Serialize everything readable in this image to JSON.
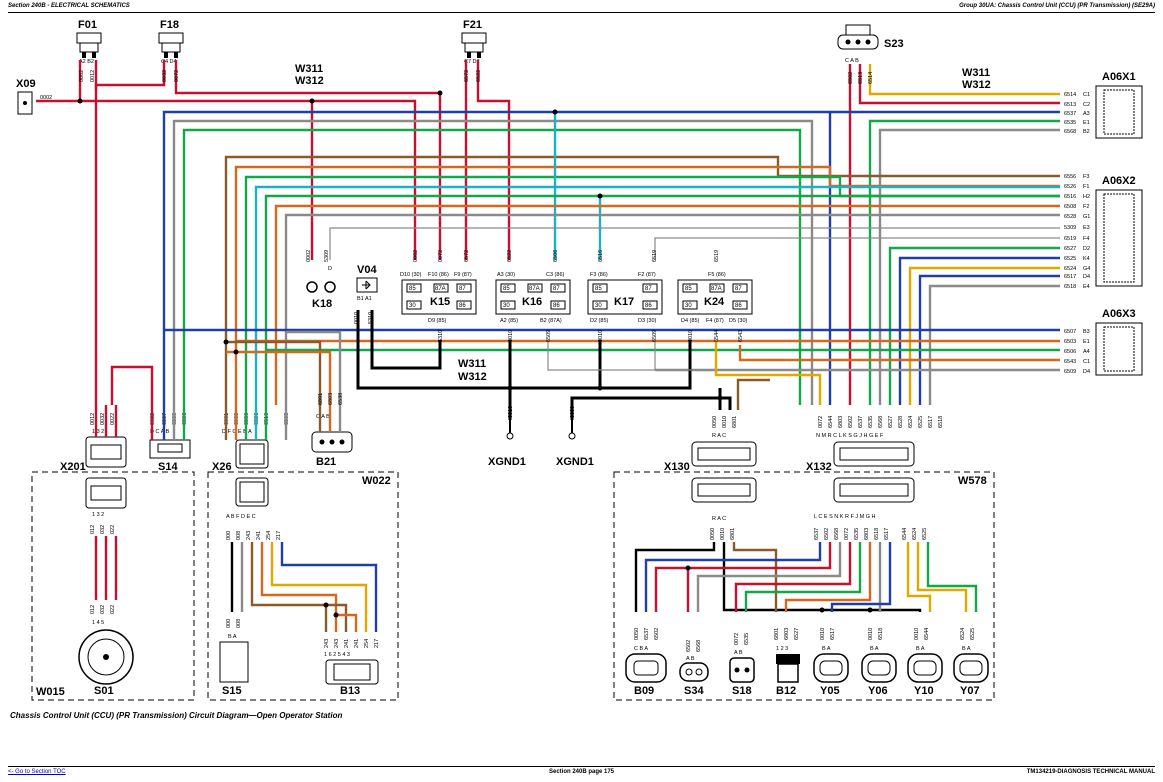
{
  "header": {
    "left": "Section 240B - ELECTRICAL SCHEMATICS",
    "right": "Group 30UA: Chassis Control Unit (CCU) (PR Transmission) (SE29A)"
  },
  "caption": "Chassis Control Unit (CCU) (PR Transmission) Circuit Diagram—Open Operator Station",
  "footer": {
    "left": "<- Go to Section TOC",
    "center": "Section 240B page 175",
    "right": "TM134219-DIAGNOSIS TECHNICAL MANUAL"
  },
  "components": {
    "F01": "F01",
    "F18": "F18",
    "F21": "F21",
    "S23": "S23",
    "X09": "X09",
    "A06X1": "A06X1",
    "A06X2": "A06X2",
    "A06X3": "A06X3",
    "K18": "K18",
    "V04": "V04",
    "K15": "K15",
    "K16": "K16",
    "K17": "K17",
    "K24": "K24",
    "X201": "X201",
    "S14": "S14",
    "X26": "X26",
    "B21": "B21",
    "XGND1a": "XGND1",
    "XGND1b": "XGND1",
    "X130": "X130",
    "X132": "X132",
    "W015": "W015",
    "S01": "S01",
    "W022": "W022",
    "S15": "S15",
    "B13": "B13",
    "W578": "W578",
    "B09": "B09",
    "S34": "S34",
    "S18": "S18",
    "B12": "B12",
    "Y05": "Y05",
    "Y06": "Y06",
    "Y10": "Y10",
    "Y07": "Y07"
  },
  "harness_labels": {
    "top_left": [
      "W311",
      "W312"
    ],
    "top_right": [
      "W311",
      "W312"
    ],
    "middle": [
      "W311",
      "W312"
    ]
  },
  "relay_pins": {
    "k15": {
      "d10": "D10 (30)",
      "f10": "F10 (86)",
      "f9": "F9 (87)",
      "d9": "D9 (85)",
      "p85": "85",
      "p87a": "87A",
      "p87": "87",
      "p30": "30",
      "p86": "86"
    },
    "k16": {
      "a3": "A3 (30)",
      "c3": "C3 (86)",
      "a2": "A2 (85)",
      "b2": "B2 (87A)",
      "p85": "85",
      "p87a": "87A",
      "p87": "87",
      "p30": "30",
      "p86": "86"
    },
    "k17": {
      "f3": "F3 (86)",
      "f2": "F2 (87)",
      "d2": "D2 (85)",
      "d3": "D3 (30)",
      "p85": "85",
      "p87": "87",
      "p30": "30",
      "p86": "86"
    },
    "k24": {
      "f5": "F5 (86)",
      "d4": "D4 (85)",
      "f4": "F4 (87)",
      "d5": "D5 (30)",
      "p85": "85",
      "p87a": "87A",
      "p87": "87",
      "p30": "30",
      "p86": "86"
    }
  },
  "a06x1_pins": [
    {
      "wire": "6514",
      "pin": "C1"
    },
    {
      "wire": "6513",
      "pin": "C2"
    },
    {
      "wire": "6537",
      "pin": "A3"
    },
    {
      "wire": "6535",
      "pin": "E1"
    },
    {
      "wire": "6568",
      "pin": "B2"
    }
  ],
  "a06x2_pins": [
    {
      "wire": "6556",
      "pin": "F3"
    },
    {
      "wire": "6526",
      "pin": "F1"
    },
    {
      "wire": "6516",
      "pin": "H2"
    },
    {
      "wire": "6508",
      "pin": "F2"
    },
    {
      "wire": "6528",
      "pin": "G1"
    },
    {
      "wire": "5309",
      "pin": "E3"
    },
    {
      "wire": "6519",
      "pin": "F4"
    },
    {
      "wire": "6527",
      "pin": "D2"
    },
    {
      "wire": "6525",
      "pin": "K4"
    },
    {
      "wire": "6524",
      "pin": "G4"
    },
    {
      "wire": "6517",
      "pin": "D4"
    },
    {
      "wire": "6518",
      "pin": "E4"
    }
  ],
  "a06x3_pins": [
    {
      "wire": "6507",
      "pin": "B3"
    },
    {
      "wire": "6503",
      "pin": "E1"
    },
    {
      "wire": "6506",
      "pin": "A4"
    },
    {
      "wire": "6543",
      "pin": "C1"
    },
    {
      "wire": "6509",
      "pin": "D4"
    }
  ],
  "connector_pins": {
    "f01": "A2 B2",
    "f18": "C4 D4",
    "f21": "C7 D7",
    "s23": "C A B",
    "x201": "1 3 2",
    "s14": "D C A B",
    "x26": "D F C E B A",
    "b21": "C A B",
    "x130": "R A C",
    "x132": "N M R C L K S G J H G E F",
    "w015": "1 3 2",
    "s01": "1 4 5",
    "w022": "A B F D E C",
    "s15": "B A",
    "b13": "1 6 2 5 4 3",
    "w578": "L C E S N K R F J M G H",
    "x130b": "R A C",
    "b09": "C B A",
    "s34": "A B",
    "s18": "A B",
    "b12": "1 2 3",
    "y05": "B A",
    "y06": "B A",
    "y10": "B A",
    "y07": "B A",
    "k18": "D",
    "v04": "B1 A1"
  },
  "wire_numbers": {
    "x09": "0002",
    "f01": [
      "0002",
      "0012"
    ],
    "f18": [
      "0032",
      "0072"
    ],
    "f21": [
      "6572",
      "6522"
    ],
    "s23": [
      "6502",
      "6513",
      "6514"
    ],
    "k18": [
      "0002",
      "5309"
    ],
    "v04": [
      "0010",
      "5310"
    ],
    "k15": [
      "0002",
      "0072",
      "6572",
      "5310"
    ],
    "k16": [
      "6522",
      "6506",
      "0010",
      "6509"
    ],
    "k17": [
      "6516",
      "6519",
      "0010",
      "6509"
    ],
    "k24": [
      "6519",
      "0010",
      "6544",
      "6543"
    ],
    "x201": [
      "0012",
      "0032",
      "0022"
    ],
    "s14": [
      "0022",
      "6507",
      "6508",
      "6506"
    ],
    "x26": [
      "6801",
      "6803",
      "6556",
      "6526",
      "6516",
      "6503"
    ],
    "b21": [
      "6801",
      "6803",
      "6538"
    ],
    "xgnd1a": "0010",
    "xgnd1b": "0050",
    "x130": [
      "0050",
      "0010",
      "6801"
    ],
    "x132": [
      "0072",
      "6544",
      "6803",
      "6502",
      "6537",
      "6535",
      "6568",
      "6527",
      "6528",
      "6524",
      "6525",
      "6517",
      "6518"
    ],
    "w015": [
      "012",
      "032",
      "022"
    ],
    "s01": [
      "012",
      "032",
      "022"
    ],
    "w022": [
      "000",
      "008",
      "243",
      "241",
      "254",
      "217"
    ],
    "s15": [
      "000",
      "008"
    ],
    "b13": [
      "243",
      "243",
      "241",
      "241",
      "254",
      "217"
    ],
    "x130b": [
      "0050",
      "0010",
      "6801"
    ],
    "w578": [
      "6537",
      "6502",
      "6568",
      "0072",
      "6535",
      "6803",
      "6518",
      "6517",
      "6544",
      "6524",
      "6525"
    ],
    "b09": [
      "0050",
      "6537",
      "6502"
    ],
    "s34": [
      "6502",
      "6568"
    ],
    "s18": [
      "0072",
      "6535"
    ],
    "b12": [
      "6801",
      "6803",
      "6527"
    ],
    "y05": [
      "0010",
      "6517"
    ],
    "y06": [
      "0010",
      "6518"
    ],
    "y10": [
      "0010",
      "6544"
    ],
    "y07": [
      "6524",
      "6525"
    ]
  },
  "colors": {
    "red": "#c8102e",
    "blue": "#1f3fa8",
    "green": "#12a84a",
    "cyan": "#1bb3c4",
    "orange": "#d2691e",
    "brown": "#8b5a2b",
    "yellow": "#e0a800",
    "gray": "#8a8a8a",
    "black": "#000000"
  }
}
